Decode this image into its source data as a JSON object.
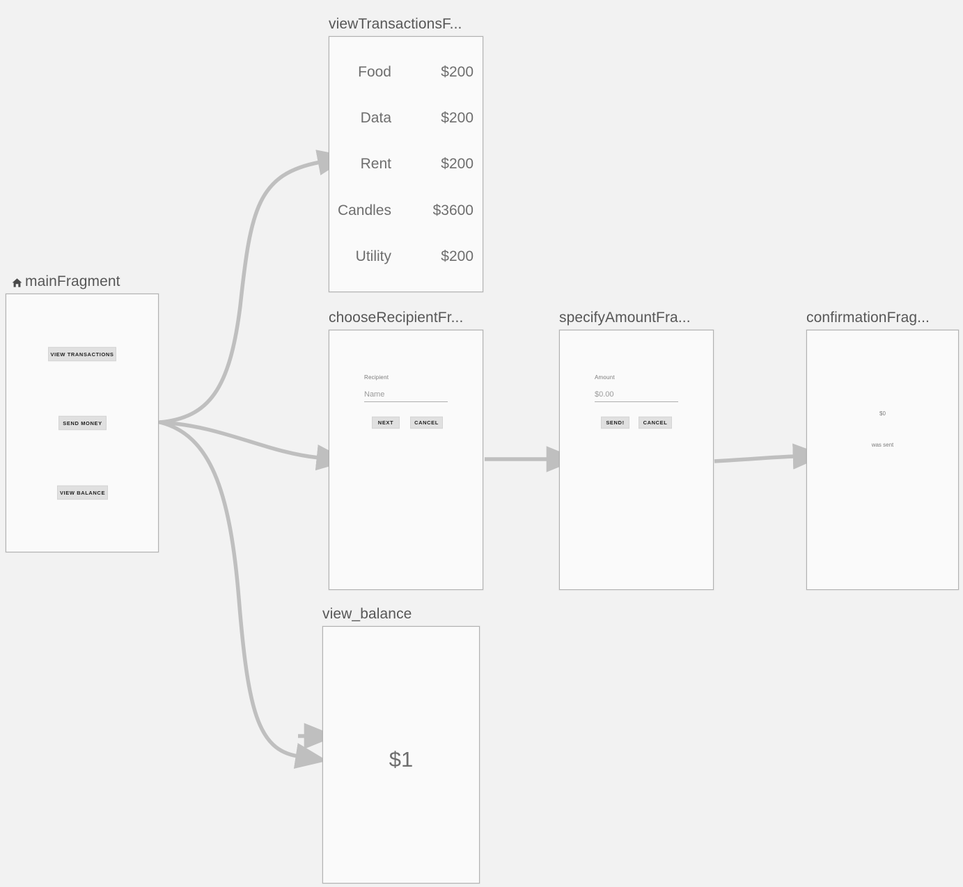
{
  "canvas": {
    "background_color": "#f2f2f2",
    "node_border_color": "#b2b2b2",
    "node_fill_color": "#fafafa",
    "edge_color": "#bfbfbf",
    "title_color": "#575757"
  },
  "nodes": [
    {
      "id": "mainFragment",
      "title": "mainFragment",
      "is_start_destination": true,
      "start_icon": "home-icon",
      "buttons": [
        {
          "label": "VIEW TRANSACTIONS"
        },
        {
          "label": "SEND MONEY"
        },
        {
          "label": "VIEW BALANCE"
        }
      ]
    },
    {
      "id": "viewTransactionsFragment",
      "title": "viewTransactionsF...",
      "transactions": [
        {
          "name": "Food",
          "amount": "$200"
        },
        {
          "name": "Data",
          "amount": "$200"
        },
        {
          "name": "Rent",
          "amount": "$200"
        },
        {
          "name": "Candles",
          "amount": "$3600"
        },
        {
          "name": "Utility",
          "amount": "$200"
        }
      ]
    },
    {
      "id": "chooseRecipientFragment",
      "title": "chooseRecipientFr...",
      "field_label": "Recipient",
      "field_value": "Name",
      "buttons": [
        {
          "label": "NEXT"
        },
        {
          "label": "CANCEL"
        }
      ]
    },
    {
      "id": "specifyAmountFragment",
      "title": "specifyAmountFra...",
      "field_label": "Amount",
      "field_value": "$0.00",
      "buttons": [
        {
          "label": "SEND!"
        },
        {
          "label": "CANCEL"
        }
      ]
    },
    {
      "id": "confirmationFragment",
      "title": "confirmationFrag...",
      "amount_text": "$0",
      "status_text": "was sent"
    },
    {
      "id": "view_balance",
      "title": "view_balance",
      "balance": "$1"
    }
  ]
}
